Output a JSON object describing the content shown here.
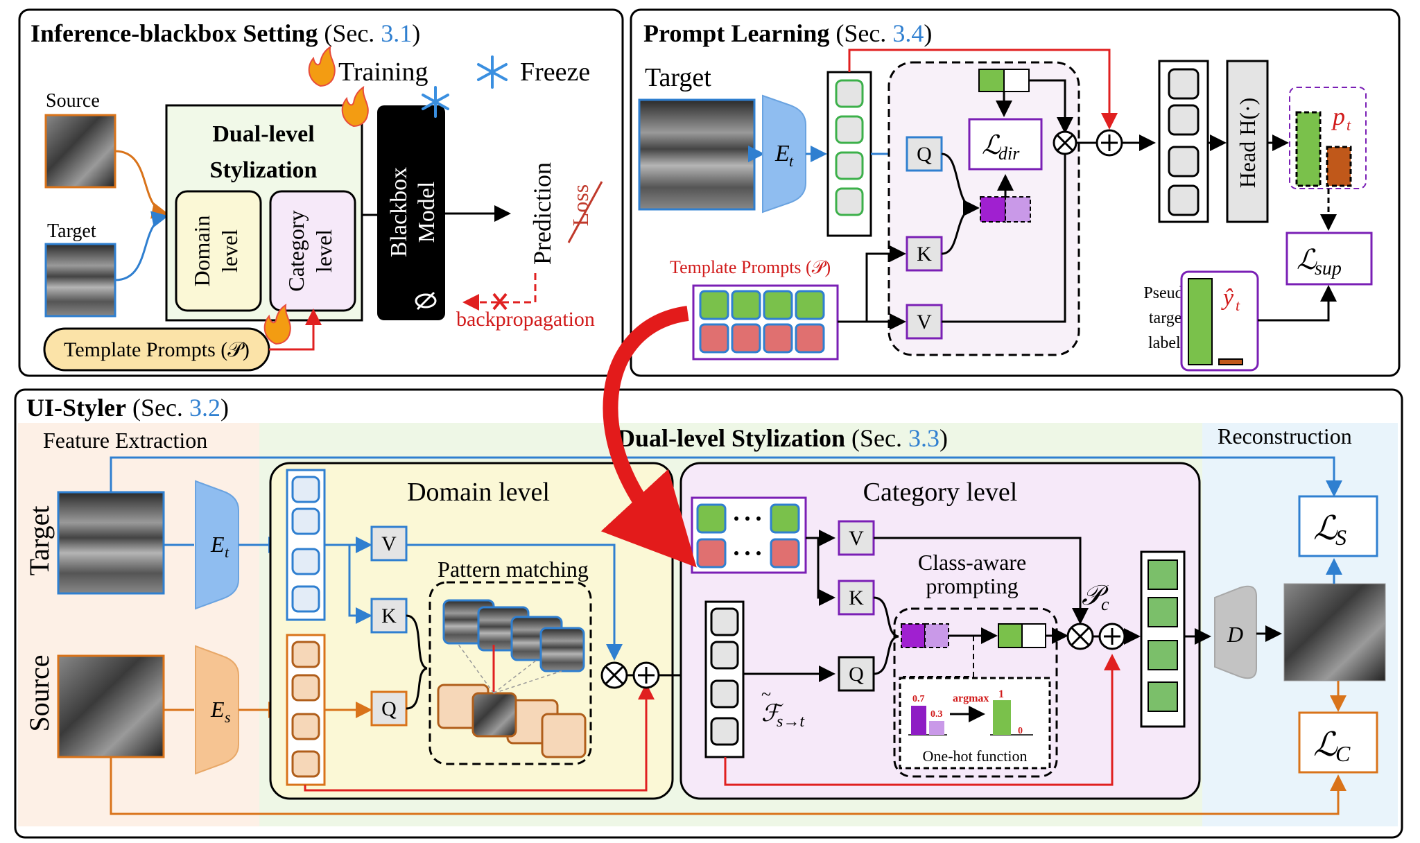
{
  "top_left": {
    "title_bold": "Inference-blackbox Setting",
    "title_sec_prefix": "(Sec. ",
    "title_sec_num": "3.1",
    "title_sec_suffix": ")",
    "legend_training": "Training",
    "legend_freeze": "Freeze",
    "source_label": "Source",
    "target_label": "Target",
    "dual_level_line1": "Dual-level",
    "dual_level_line2": "Stylization",
    "domain_line1": "Domain",
    "domain_line2": "level",
    "category_line1": "Category",
    "category_line2": "level",
    "blackbox_line1": "Blackbox",
    "blackbox_line2": "Model",
    "prediction": "Prediction",
    "loss": "Loss",
    "backprop": "backpropagation",
    "template_prompts": "Template Prompts (𝒫)"
  },
  "top_right": {
    "title_bold": "Prompt Learning",
    "title_sec_prefix": "(Sec. ",
    "title_sec_num": "3.4",
    "title_sec_suffix": ")",
    "target_label": "Target",
    "encoder": "E",
    "encoder_sub": "t",
    "q": "Q",
    "k": "K",
    "v": "V",
    "loss_dir": "ℒ",
    "loss_dir_sub": "dir",
    "template_prompts": "Template Prompts (𝒫)",
    "head": "Head H(·)",
    "pred": "p",
    "pred_sub": "t",
    "loss_sup": "ℒ",
    "loss_sup_sub": "sup",
    "pseudo_line1": "Pseudo",
    "pseudo_line2": "target",
    "pseudo_line3": "labels",
    "pseudo_symbol": "ŷ",
    "pseudo_sub": "t"
  },
  "bottom": {
    "title_bold": "UI-Styler",
    "title_sec_prefix": "(Sec. ",
    "title_sec_num": "3.2",
    "title_sec_suffix": ")",
    "feature_extraction": "Feature Extraction",
    "dual_title_bold": "Dual-level Stylization",
    "dual_sec_prefix": "(Sec. ",
    "dual_sec_num": "3.3",
    "dual_sec_suffix": ")",
    "reconstruction": "Reconstruction",
    "target_side": "Target",
    "source_side": "Source",
    "enc_t": "E",
    "enc_t_sub": "t",
    "enc_s": "E",
    "enc_s_sub": "s",
    "domain_level": "Domain level",
    "pattern_matching": "Pattern matching",
    "category_level": "Category level",
    "class_aware_line1": "Class-aware",
    "class_aware_line2": "prompting",
    "pc": "𝒫",
    "pc_sub": "c",
    "f_label": "ℱ",
    "f_sub": "s→t",
    "v": "V",
    "k": "K",
    "q": "Q",
    "decoder": "D",
    "loss_s": "ℒ",
    "loss_s_sub": "S",
    "loss_c": "ℒ",
    "loss_c_sub": "C",
    "onehot_label": "One-hot function",
    "onehot_v1": "0.7",
    "onehot_v2": "0.3",
    "onehot_argmax": "argmax",
    "onehot_one": "1",
    "onehot_zero": "0"
  },
  "colors": {
    "blue": "#2f7fd0",
    "orange": "#d9731a",
    "red": "#e02020",
    "green": "#7ac14b",
    "pink": "#e07070",
    "purple": "#7a1fb5"
  }
}
